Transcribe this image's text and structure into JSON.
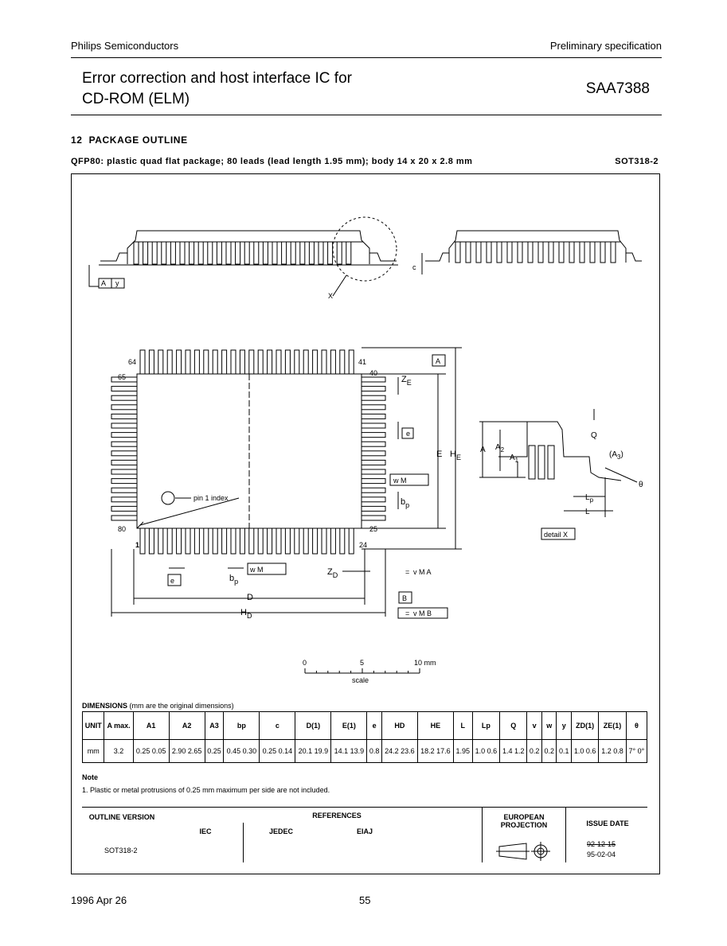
{
  "header": {
    "company": "Philips Semiconductors",
    "doc_type": "Preliminary specification",
    "title_line1": "Error correction and host interface IC for",
    "title_line2": "CD-ROM (ELM)",
    "part_number": "SAA7388"
  },
  "section": {
    "number": "12",
    "title": "PACKAGE OUTLINE"
  },
  "package": {
    "description": "QFP80: plastic quad flat package; 80 leads (lead length 1.95 mm); body 14 x 20 x 2.8 mm",
    "code": "SOT318-2"
  },
  "drawing": {
    "labels": {
      "pin64": "64",
      "pin41": "41",
      "pin65": "65",
      "pin40": "40",
      "pin80": "80",
      "pin25": "25",
      "pin1": "1",
      "pin24": "24",
      "pin1_index": "pin 1 index",
      "detail_x": "detail X",
      "x_ref": "X",
      "y": "y",
      "c": "c",
      "ze": "Z",
      "ze_sub": "E",
      "e": "e",
      "e2": "e",
      "wm": "w M",
      "bp": "b",
      "bp_sub": "p",
      "zd": "Z",
      "zd_sub": "D",
      "d": "D",
      "hd": "H",
      "hd_sub": "D",
      "e_cap": "E",
      "he": "H",
      "he_sub": "E",
      "a_ref": "A",
      "b_ref": "B",
      "va": "v M A",
      "vb": "v M B",
      "eq": "=",
      "a": "A",
      "a2": "A",
      "a2_sub": "2",
      "a1": "A",
      "a1_sub": "1",
      "a3": "(A",
      "a3_sub": "3",
      "a3_close": ")",
      "q": "Q",
      "theta": "θ",
      "lp": "L",
      "lp_sub": "p",
      "l": "L"
    },
    "scale": {
      "t0": "0",
      "t5": "5",
      "t10": "10 mm",
      "label": "scale"
    }
  },
  "dimensions": {
    "title": "DIMENSIONS",
    "subtitle": "(mm are the original dimensions)",
    "headers": [
      "UNIT",
      "A max.",
      "A1",
      "A2",
      "A3",
      "bp",
      "c",
      "D(1)",
      "E(1)",
      "e",
      "HD",
      "HE",
      "L",
      "Lp",
      "Q",
      "v",
      "w",
      "y",
      "ZD(1)",
      "ZE(1)",
      "θ"
    ],
    "row": [
      "mm",
      "3.2",
      "0.25 0.05",
      "2.90 2.65",
      "0.25",
      "0.45 0.30",
      "0.25 0.14",
      "20.1 19.9",
      "14.1 13.9",
      "0.8",
      "24.2 23.6",
      "18.2 17.6",
      "1.95",
      "1.0 0.6",
      "1.4 1.2",
      "0.2",
      "0.2",
      "0.1",
      "1.0 0.6",
      "1.2 0.8",
      "7° 0°"
    ]
  },
  "note": {
    "heading": "Note",
    "text": "1. Plastic or metal protrusions of 0.25 mm maximum per side are not included."
  },
  "outline": {
    "outline_version_label": "OUTLINE VERSION",
    "references_label": "REFERENCES",
    "iec_label": "IEC",
    "jedec_label": "JEDEC",
    "eiaj_label": "EIAJ",
    "european_projection_label": "EUROPEAN PROJECTION",
    "issue_date_label": "ISSUE DATE",
    "version": "SOT318-2",
    "issue_date_old": "92-12-15",
    "issue_date_new": "95-02-04"
  },
  "footer": {
    "date": "1996 Apr 26",
    "page": "55"
  }
}
